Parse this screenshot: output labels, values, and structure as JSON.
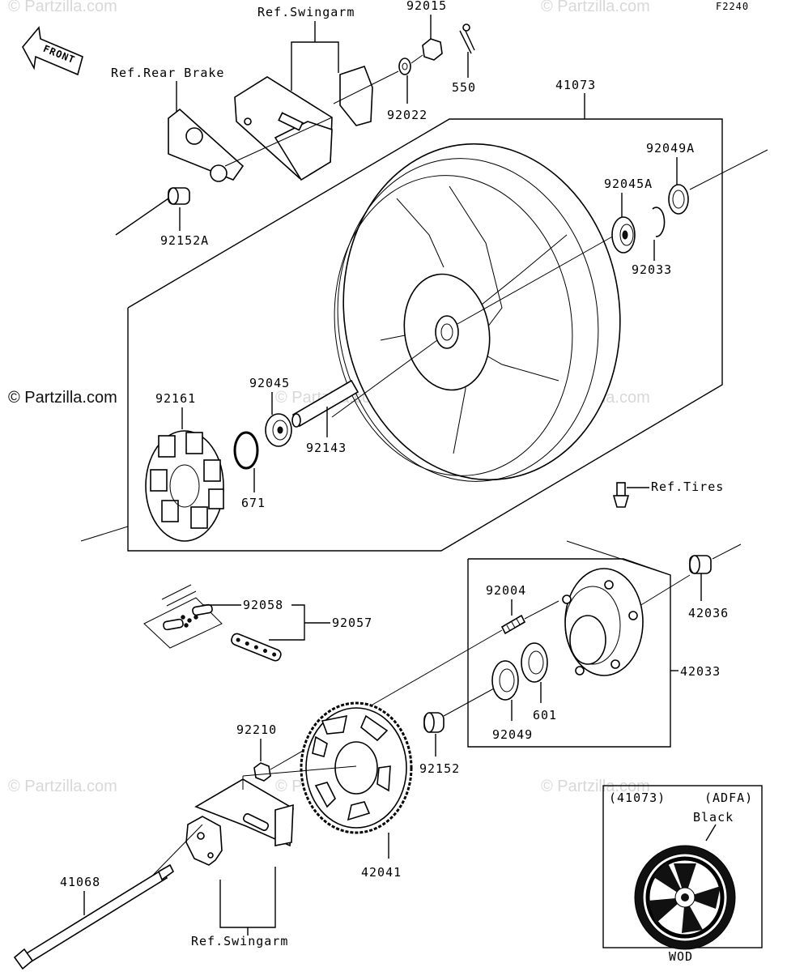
{
  "diagram_code": "F2240",
  "front_arrow_label": "FRONT",
  "watermark_main": "© Partzilla.com",
  "watermark_faint": "© Partzilla.com",
  "parts": {
    "p92015": "92015",
    "p550": "550",
    "p92022": "92022",
    "p41073": "41073",
    "p92049A": "92049A",
    "p92045A": "92045A",
    "p92033": "92033",
    "p92152A": "92152A",
    "p92161": "92161",
    "p92045": "92045",
    "p92143": "92143",
    "p671": "671",
    "p92004": "92004",
    "p42036": "42036",
    "p92058": "92058",
    "p92057": "92057",
    "p42033": "42033",
    "p601": "601",
    "p92049": "92049",
    "p92210": "92210",
    "p92152": "92152",
    "p42041": "42041",
    "p41068": "41068"
  },
  "refs": {
    "swingarm_top": "Ref.Swingarm",
    "rear_brake": "Ref.Rear Brake",
    "tires": "Ref.Tires",
    "swingarm_bottom": "Ref.Swingarm"
  },
  "inset": {
    "part_number": "(41073)",
    "variant_code": "(ADFA)",
    "color": "Black",
    "footer_code": "WOD"
  }
}
